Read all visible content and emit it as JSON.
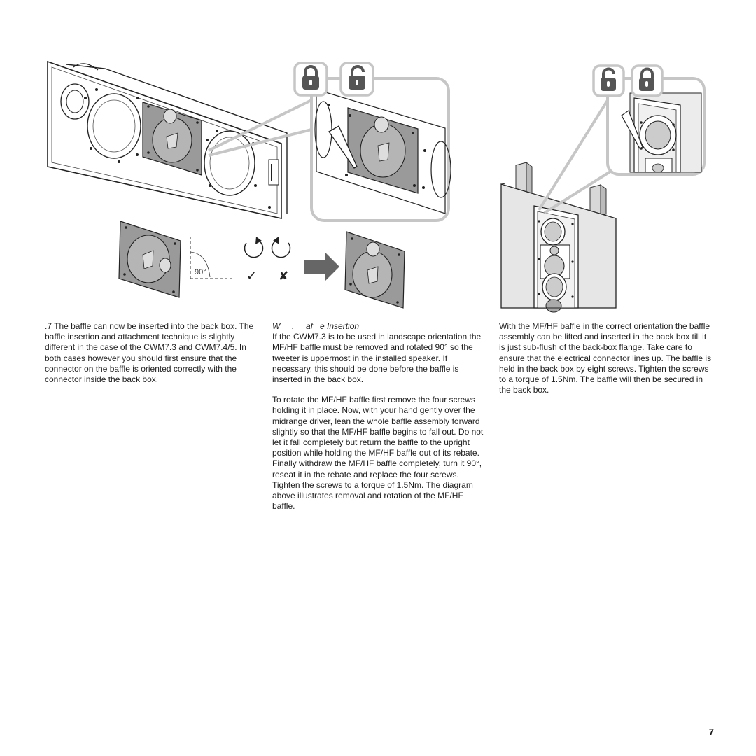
{
  "figure": {
    "angle_label": "90°",
    "rotate_ok_symbol": "✓",
    "rotate_bad_symbol": "✘",
    "icons": [
      "locked-padlock-icon",
      "unlocked-padlock-icon",
      "rotate-ccw-icon",
      "rotate-cw-icon",
      "right-arrow-icon",
      "allen-key-icon"
    ]
  },
  "column1": {
    "paragraph": ".7 The baffle can now be inserted into the back box. The baffle insertion and attachment technique is slightly different in the case of the CWM7.3 and CWM7.4/5. In both cases however you should first ensure that the connector on the baffle is oriented correctly with the connector inside the back box."
  },
  "column2": {
    "heading": "W     .     af   e Insertion",
    "paragraph1": "If the CWM7.3 is to be used in landscape orientation the MF/HF baffle must be removed and rotated 90° so the tweeter is uppermost in the installed speaker. If necessary, this should be done before the baffle is inserted in the back box.",
    "paragraph2": "To rotate the MF/HF baffle first remove the four screws holding it in place. Now, with your hand gently over the midrange driver, lean the whole baffle assembly forward slightly so that the MF/HF baffle begins to fall out. Do not let it fall completely but return the baffle to the upright position while holding the MF/HF baffle out of its rebate. Finally withdraw the MF/HF baffle completely, turn it 90°, reseat it in the rebate and replace the four screws. Tighten the screws to a torque of 1.5Nm. The diagram above illustrates removal and rotation of the MF/HF baffle."
  },
  "column3": {
    "paragraph": "With the MF/HF baffle in the correct orientation the baffle assembly can be lifted and inserted in the back box till it is just sub-flush of the back-box flange. Take care to ensure that the electrical connector lines up. The baffle is held in the back box by eight screws. Tighten the screws to a torque of 1.5Nm. The baffle will then be secured in the back box."
  },
  "page_number": "7",
  "colors": {
    "panel_grey": "#9a9a9a",
    "callout_grey": "#c6c6c6",
    "line": "#222222"
  }
}
